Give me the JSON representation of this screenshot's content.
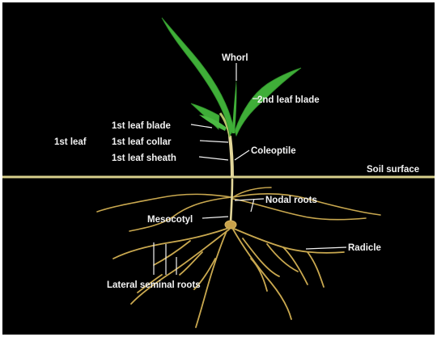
{
  "labels": {
    "whorl": "Whorl",
    "second_leaf_blade": "2nd leaf blade",
    "first_leaf_blade": "1st leaf blade",
    "first_leaf": "1st leaf",
    "first_leaf_collar": "1st leaf collar",
    "first_leaf_sheath": "1st leaf sheath",
    "coleoptile": "Coleoptile",
    "soil_surface": "Soil surface",
    "nodal_roots": "Nodal roots",
    "mesocotyl": "Mesocotyl",
    "radicle": "Radicle",
    "lateral_seminal_roots": "Lateral seminal roots"
  },
  "colors": {
    "background": "#000000",
    "leaf": "#3fae38",
    "root": "#c9a84f",
    "stem": "#e3d79a",
    "soil_line": "#d9d08c",
    "label": "#f2f2f2"
  }
}
